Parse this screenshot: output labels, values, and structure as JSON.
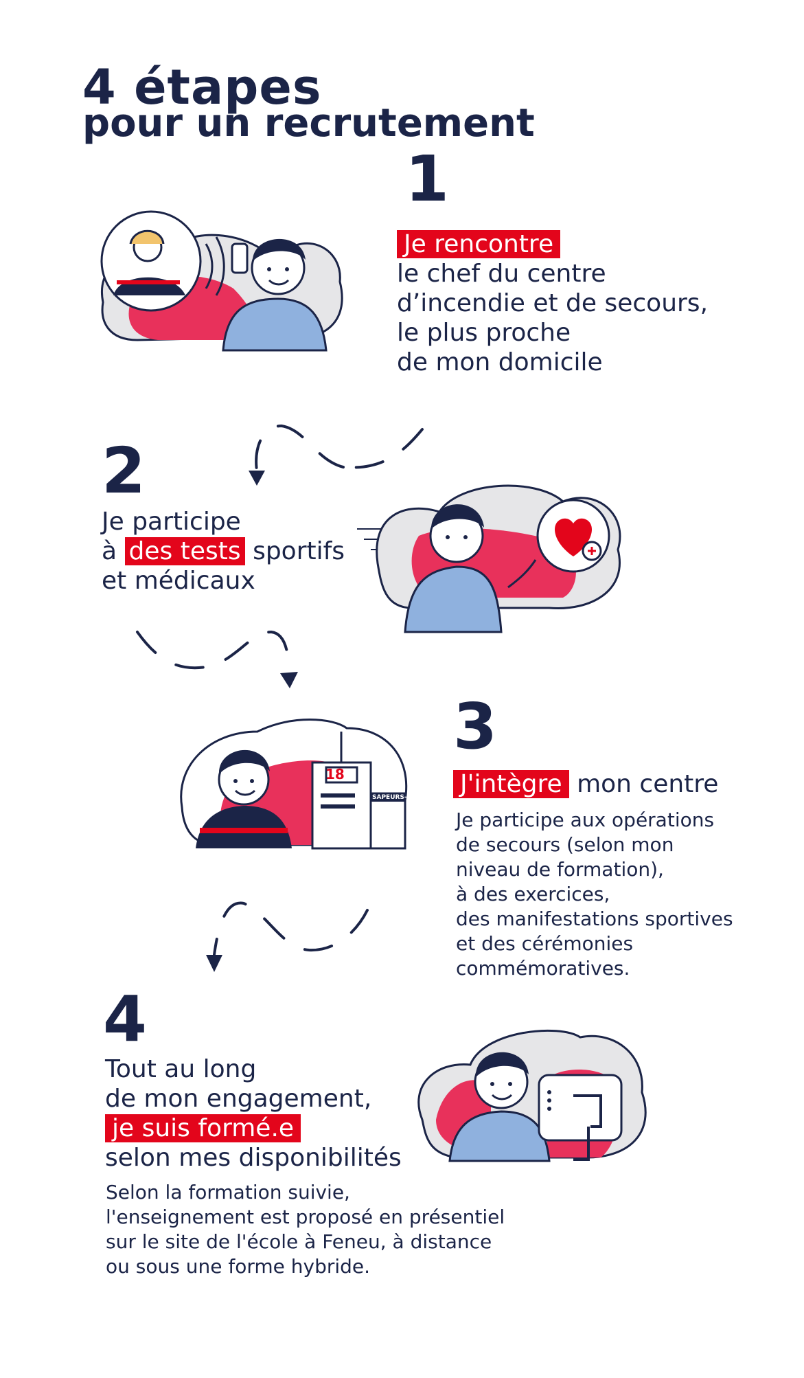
{
  "header": {
    "title_line1": "4 étapes",
    "title_line2": "pour un recrutement"
  },
  "colors": {
    "navy": "#1b2447",
    "red": "#e3051b",
    "pink": "#e8315b",
    "grey_blob": "#e6e6e8",
    "blue_shirt": "#8fb1de"
  },
  "steps": [
    {
      "number": "1",
      "highlight": "Je rencontre",
      "lines": [
        "le chef du centre",
        "d’incendie et de secours,",
        "le plus proche",
        "de mon domicile"
      ],
      "illustration": "phone-call-icon"
    },
    {
      "number": "2",
      "line1": "Je participe",
      "line2_prefix": "à",
      "highlight": "des tests",
      "line2_suffix": "sportifs",
      "line3": "et médicaux",
      "illustration": "heart-health-icon"
    },
    {
      "number": "3",
      "highlight": "J'intègre",
      "heading_suffix": "mon centre",
      "badge": "18",
      "building_sign": "SAPEURS-",
      "details": [
        "Je participe aux opérations",
        "de secours (selon mon",
        "niveau de formation),",
        "à des exercices,",
        "des manifestations sportives",
        "et des cérémonies",
        "commémoratives."
      ],
      "illustration": "fire-station-icon"
    },
    {
      "number": "4",
      "lines_before": [
        "Tout au long",
        "de mon engagement,"
      ],
      "highlight": "je suis formé.e",
      "line_after": "selon mes disponibilités",
      "details": [
        "Selon la formation suivie,",
        "l'enseignement est proposé en présentiel",
        "sur le site de l'école à Feneu, à distance",
        "ou sous une forme hybride."
      ],
      "illustration": "computer-training-icon"
    }
  ]
}
